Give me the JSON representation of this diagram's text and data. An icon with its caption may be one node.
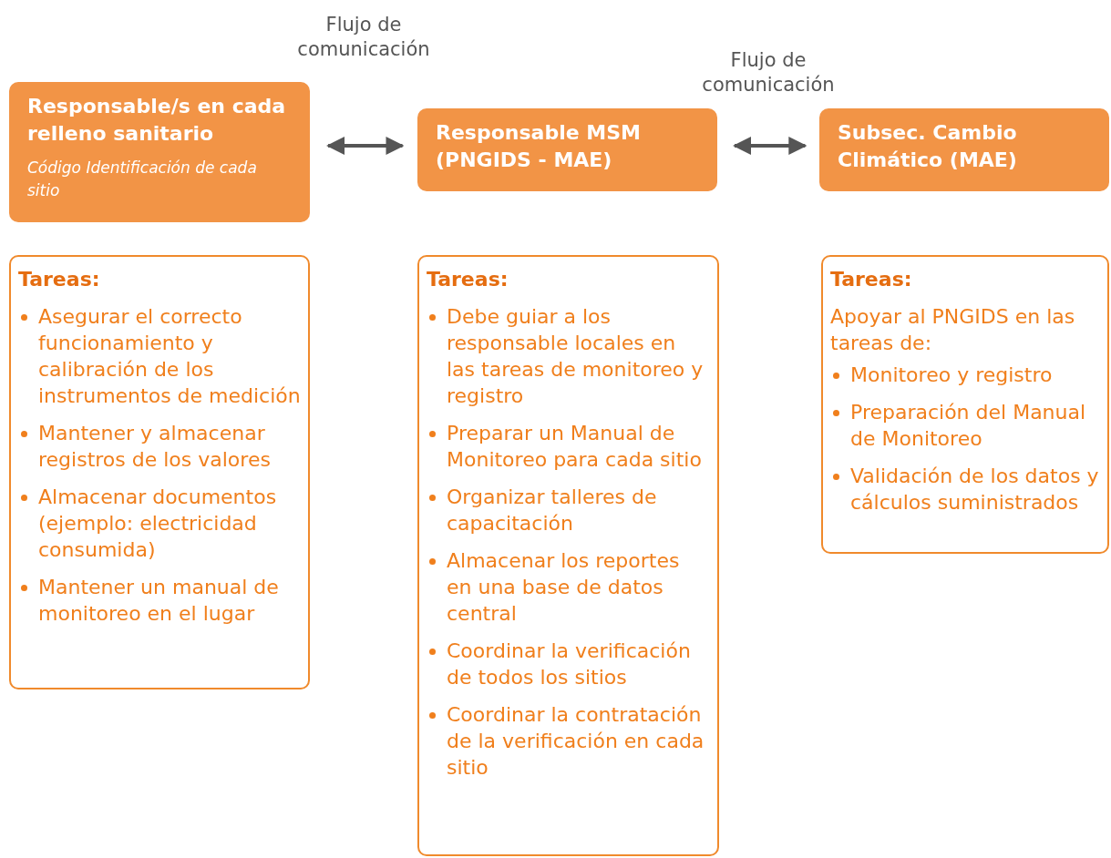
{
  "diagram": {
    "nodes": [
      {
        "text": [
          "Responsable/s en cada relleno sanitario",
          "Código Identificación de cada sitio"
        ]
      },
      {
        "text": [
          "Responsable MSM (PNGIDS - MAE)"
        ]
      },
      {
        "text": [
          "Subsec. Cambio Climático (MAE)"
        ]
      },
      {
        "text": [
          "Tareas:",
          "Asegurar el correcto funcionamiento y calibración de los instrumentos de medición",
          "Mantener y almacenar registros de los valores",
          "Almacenar documentos (ejemplo: electricidad consumida)",
          "Mantener un manual de monitoreo en el lugar"
        ]
      },
      {
        "text": [
          "Tareas:",
          "Debe guiar a los responsable locales en las tareas de monitoreo y registro",
          "Preparar un Manual de Monitoreo para cada sitio",
          "Organizar talleres de capacitación",
          "Almacenar los reportes en una base de datos central",
          "Coordinar la verificación de todos los sitios",
          "Coordinar la contratación de la verificación en cada sitio"
        ]
      },
      {
        "text": [
          "Tareas:",
          "Apoyar al PNGIDS en las tareas de:",
          "Monitoreo y registro",
          "Preparación del Manual de Monitoreo",
          "Validación de los datos y cálculos suministrados"
        ]
      }
    ],
    "edges": [
      {
        "from": 0,
        "to": 1,
        "arrow": "both",
        "label": "Flujo de comunicación"
      },
      {
        "from": 1,
        "to": 2,
        "arrow": "both",
        "label": "Flujo de comunicación"
      }
    ]
  }
}
